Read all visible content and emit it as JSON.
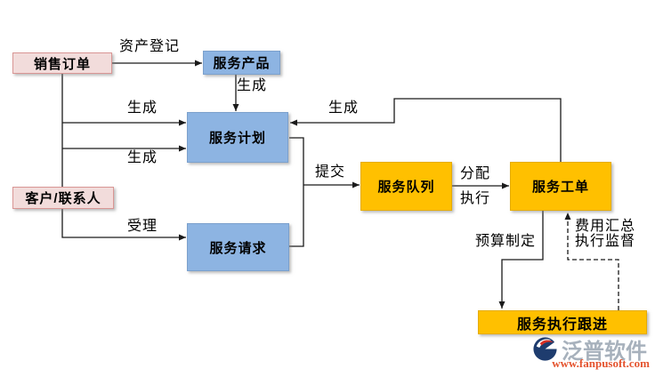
{
  "diagram": {
    "nodes": {
      "sales_order": {
        "label": "销售订单"
      },
      "customer_contact": {
        "label": "客户/联系人"
      },
      "service_product": {
        "label": "服务产品"
      },
      "service_plan": {
        "label": "服务计划"
      },
      "service_request": {
        "label": "服务请求"
      },
      "service_queue": {
        "label": "服务队列"
      },
      "service_workorder": {
        "label": "服务工单"
      },
      "service_followup": {
        "label": "服务执行跟进"
      }
    },
    "edge_labels": {
      "asset_register": "资产登记",
      "generate_product": "生成",
      "generate_from_sales": "生成",
      "generate_from_customer": "生成",
      "generate_feedback": "生成",
      "submit": "提交",
      "assign": "分配",
      "execute": "执行",
      "accept": "受理",
      "budget": "预算制定",
      "cost_summary": "费用汇总",
      "exec_supervise": "执行监督"
    },
    "colors": {
      "pink_fill": "#F2DCDB",
      "pink_border": "#D99694",
      "blue_fill": "#8DB4E2",
      "blue_border": "#7BA0CC",
      "orange_fill": "#FFC000",
      "line": "#1A1A1A"
    }
  },
  "watermark": {
    "brand": "泛普软件",
    "url": "www.fanpusoft.com",
    "brand_color": "#A7B1BC",
    "url_color": "#E4532E",
    "icon_navy": "#1E3C6E",
    "icon_red": "#D93025"
  }
}
